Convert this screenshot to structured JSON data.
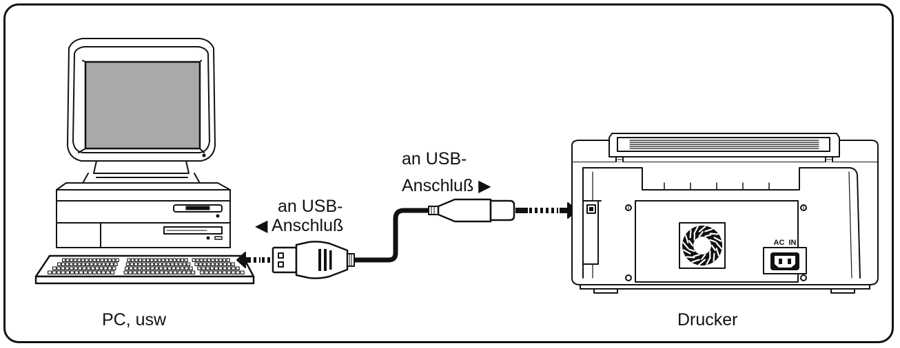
{
  "labels": {
    "pc_port_line1": "an USB-",
    "pc_port_line2": "Anschluß",
    "printer_port_line1": "an USB-",
    "printer_port_line2": "Anschluß",
    "pc_caption": "PC, usw",
    "printer_caption": "Drucker",
    "printer_power_label": "AC  IN",
    "left_arrow_glyph": "◀",
    "right_arrow_glyph": "▶"
  },
  "colors": {
    "line": "#111111",
    "screen": "#a9a9a9",
    "background": "#ffffff"
  },
  "icons": [
    "pc-monitor-icon",
    "pc-tower-icon",
    "keyboard-icon",
    "usb-a-plug-icon",
    "usb-b-plug-icon",
    "printer-rear-icon",
    "fan-grille-icon",
    "power-socket-icon"
  ]
}
